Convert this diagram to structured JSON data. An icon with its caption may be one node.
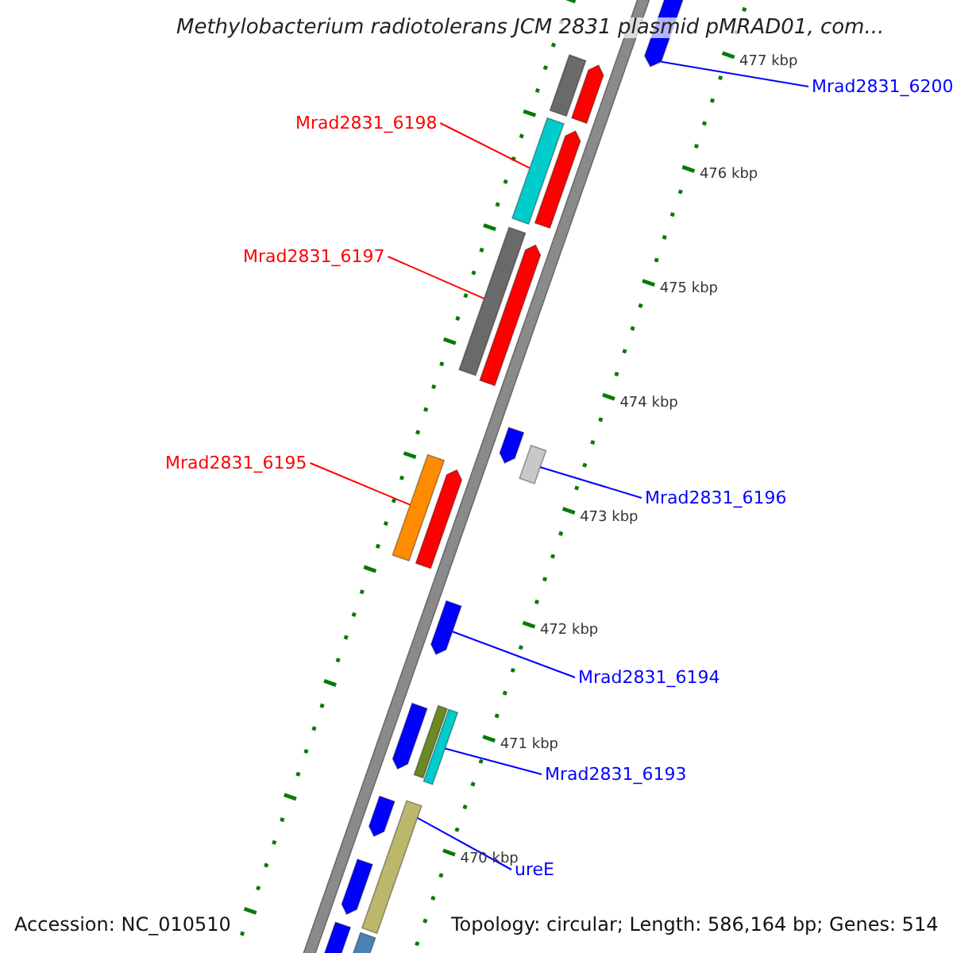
{
  "diagram": {
    "title": "Methylobacterium radiotolerans JCM 2831 plasmid pMRAD01, com...",
    "nodes": [
      {
        "text": [
          "Mrad2831_6200"
        ]
      },
      {
        "text": [],
        "shape": "box"
      },
      {
        "text": [
          "Mrad2831_6198"
        ]
      },
      {
        "text": [],
        "shape": "box"
      },
      {
        "text": [
          "Mrad2831_6197"
        ]
      },
      {
        "text": [],
        "shape": "box"
      },
      {
        "text": [
          "Mrad2831_6195"
        ]
      },
      {
        "text": [],
        "shape": "box"
      },
      {
        "text": [
          "Mrad2831_6196"
        ]
      },
      {
        "text": [],
        "shape": "box"
      },
      {
        "text": [
          "Mrad2831_6194"
        ]
      },
      {
        "text": [],
        "shape": "box"
      },
      {
        "text": [
          "Mrad2831_6193"
        ]
      },
      {
        "text": [],
        "shape": "box"
      },
      {
        "text": [
          "ureE"
        ]
      },
      {
        "text": [],
        "shape": "box"
      },
      {
        "text": [],
        "shape": "box"
      },
      {
        "text": [],
        "shape": "box"
      },
      {
        "text": [],
        "shape": "box"
      },
      {
        "text": [],
        "shape": "box"
      },
      {
        "text": [],
        "shape": "box"
      },
      {
        "text": [],
        "shape": "box"
      },
      {
        "text": [],
        "shape": "box"
      },
      {
        "text": [],
        "shape": "box"
      },
      {
        "text": [],
        "shape": "box"
      },
      {
        "text": [],
        "shape": "box"
      },
      {
        "text": [],
        "shape": "box"
      },
      {
        "text": [],
        "shape": "box"
      }
    ],
    "edges": [
      {
        "from": 0,
        "to": 1,
        "arrow": "none"
      },
      {
        "from": 2,
        "to": 3,
        "arrow": "none",
        "color": "#ff0000"
      },
      {
        "from": 4,
        "to": 5,
        "arrow": "none",
        "color": "#ff0000"
      },
      {
        "from": 6,
        "to": 7,
        "arrow": "none",
        "color": "#ff0000"
      },
      {
        "from": 8,
        "to": 9,
        "arrow": "none"
      },
      {
        "from": 10,
        "to": 11,
        "arrow": "none"
      },
      {
        "from": 12,
        "to": 13,
        "arrow": "none"
      },
      {
        "from": 14,
        "to": 15,
        "arrow": "none"
      }
    ],
    "labels": [
      "477 kbp",
      "476 kbp",
      "475 kbp",
      "474 kbp",
      "473 kbp",
      "472 kbp",
      "471 kbp",
      "470 kbp",
      "Accession: NC_010510",
      "Topology: circular; Length: 586,164 bp; Genes: 514"
    ]
  }
}
